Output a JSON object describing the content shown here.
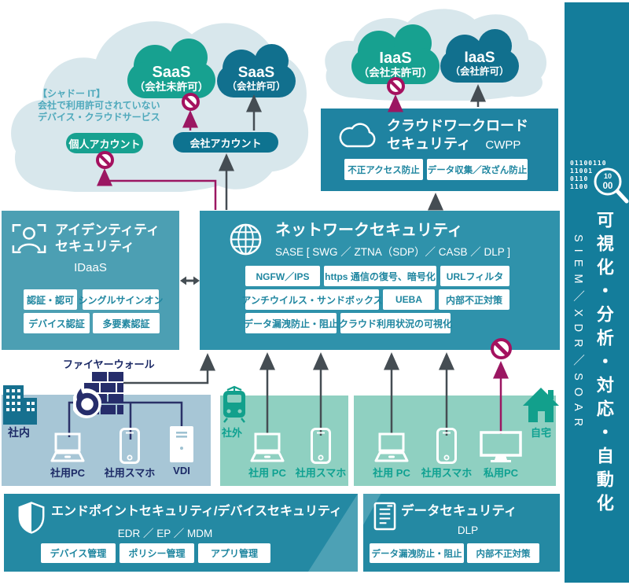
{
  "shadow_cloud": {
    "note": [
      "【シャドー IT】",
      "会社で利用許可されていない",
      "デバイス・クラウドサービス"
    ],
    "saas_unapproved": [
      "SaaS",
      "（会社未許可）"
    ],
    "saas_approved": [
      "SaaS",
      "（会社許可）"
    ],
    "personal_account": "個人アカウント",
    "company_account": "会社アカウント"
  },
  "iaas": {
    "unapproved": [
      "IaaS",
      "（会社未許可）"
    ],
    "approved": [
      "IaaS",
      "（会社許可）"
    ]
  },
  "cwpp": {
    "title_line1": "クラウドワークロード",
    "title_line2": "セキュリティ",
    "acronym": "CWPP",
    "pills": [
      "不正アクセス防止",
      "データ収集／改ざん防止"
    ]
  },
  "identity": {
    "title_line1": "アイデンティティ",
    "title_line2": "セキュリティ",
    "acronym": "IDaaS",
    "pills": [
      "認証・認可",
      "シングルサインオン",
      "デバイス認証",
      "多要素認証"
    ]
  },
  "network": {
    "title": "ネットワークセキュリティ",
    "subtitle": "SASE [ SWG ／ ZTNA（SDP）／ CASB ／ DLP ]",
    "pills": [
      "NGFW／IPS",
      "https 通信の復号、暗号化",
      "URLフィルタ",
      "アンチウイルス・サンドボックス",
      "UEBA",
      "内部不正対策",
      "データ漏洩防止・阻止",
      "クラウド利用状況の可視化"
    ]
  },
  "firewall": {
    "label": "ファイヤーウォール"
  },
  "zones": {
    "office": {
      "label": "社内",
      "devices": [
        "社用PC",
        "社用スマホ",
        "VDI"
      ]
    },
    "outside": {
      "label": "社外",
      "devices": [
        "社用 PC",
        "社用スマホ"
      ]
    },
    "home": {
      "label": "自宅",
      "devices": [
        "社用 PC",
        "社用スマホ",
        "私用PC"
      ]
    }
  },
  "endpoint": {
    "title": "エンドポイントセキュリティ/デバイスセキュリティ",
    "acronym": "EDR ／ EP ／ MDM",
    "pills": [
      "デバイス管理",
      "ポリシー管理",
      "アプリ管理"
    ]
  },
  "data_security": {
    "title": "データセキュリティ",
    "acronym": "DLP",
    "pills": [
      "データ漏洩防止・阻止",
      "内部不正対策"
    ]
  },
  "sidebar": {
    "binary": [
      "01100110",
      "11001",
      "0110",
      "1100"
    ],
    "magnifier": [
      "10",
      "00"
    ],
    "title": "可視化・分析・対応・自動化",
    "subtitle": "SIEM／XDR／SOAR"
  },
  "colors": {
    "accent_teal": "#2F92AB",
    "accent_green": "#17A190",
    "accent_blue": "#11708E",
    "magenta": "#9B1762",
    "panel_office": "#A7C6D6",
    "panel_field": "#8FD0C1",
    "pale_cloud": "#D8E7EC",
    "sidebar": "#147D9B",
    "navy": "#262D6B"
  }
}
